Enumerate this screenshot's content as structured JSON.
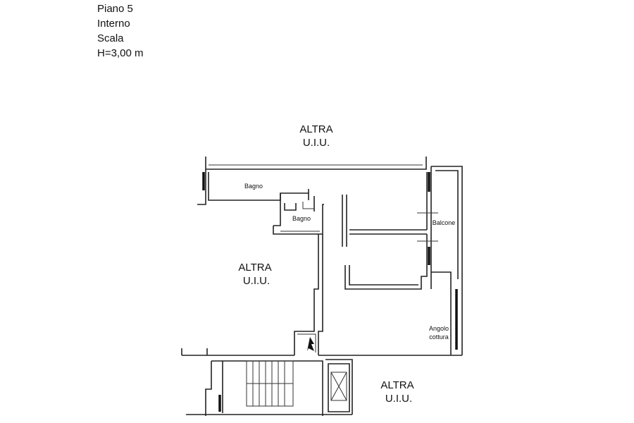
{
  "header": {
    "floor": "Piano 5",
    "interno": "Interno",
    "scala": "Scala",
    "height": "H=3,00 m"
  },
  "labels": {
    "altra_top_1": "ALTRA",
    "altra_top_2": "U.I.U.",
    "altra_left_1": "ALTRA",
    "altra_left_2": "U.I.U.",
    "altra_bottom_1": "ALTRA",
    "altra_bottom_2": "U.I.U.",
    "bagno_1": "Bagno",
    "bagno_2": "Bagno",
    "balcone": "Balcone",
    "angolo_1": "Angolo",
    "angolo_2": "cottura"
  },
  "colors": {
    "wall": "#222222",
    "background": "#ffffff"
  },
  "icons": {
    "north_arrow": "north-arrow-icon",
    "lift": "lift-icon",
    "stairs": "staircase-icon"
  }
}
